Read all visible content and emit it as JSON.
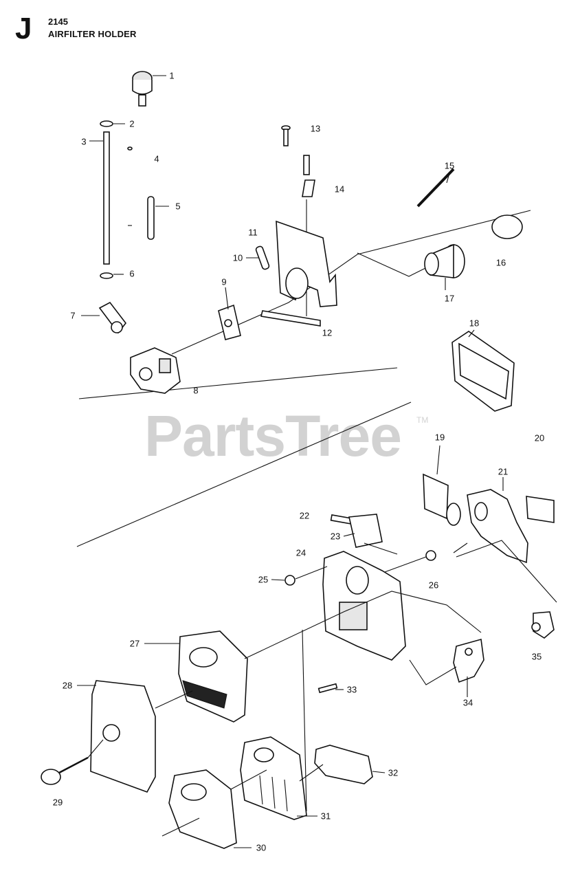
{
  "header": {
    "section_letter": "J",
    "model": "2145",
    "title": "AIRFILTER HOLDER"
  },
  "watermark": {
    "text": "PartsTree",
    "mark": "TM"
  },
  "callouts": {
    "c1": "1",
    "c2": "2",
    "c3": "3",
    "c4": "4",
    "c5": "5",
    "c6": "6",
    "c7": "7",
    "c8": "8",
    "c9": "9",
    "c10": "10",
    "c11": "11",
    "c12": "12",
    "c13": "13",
    "c14": "14",
    "c15": "15",
    "c16": "16",
    "c17": "17",
    "c18": "18",
    "c19": "19",
    "c20": "20",
    "c21": "21",
    "c22": "22",
    "c23": "23",
    "c24": "24",
    "c25": "25",
    "c26": "26",
    "c27": "27",
    "c28": "28",
    "c29": "29",
    "c30": "30",
    "c31": "31",
    "c32": "32",
    "c33": "33",
    "c34": "34",
    "c35": "35"
  },
  "colors": {
    "ink": "#111111",
    "watermark": "#d2d2d2",
    "background": "#ffffff"
  }
}
